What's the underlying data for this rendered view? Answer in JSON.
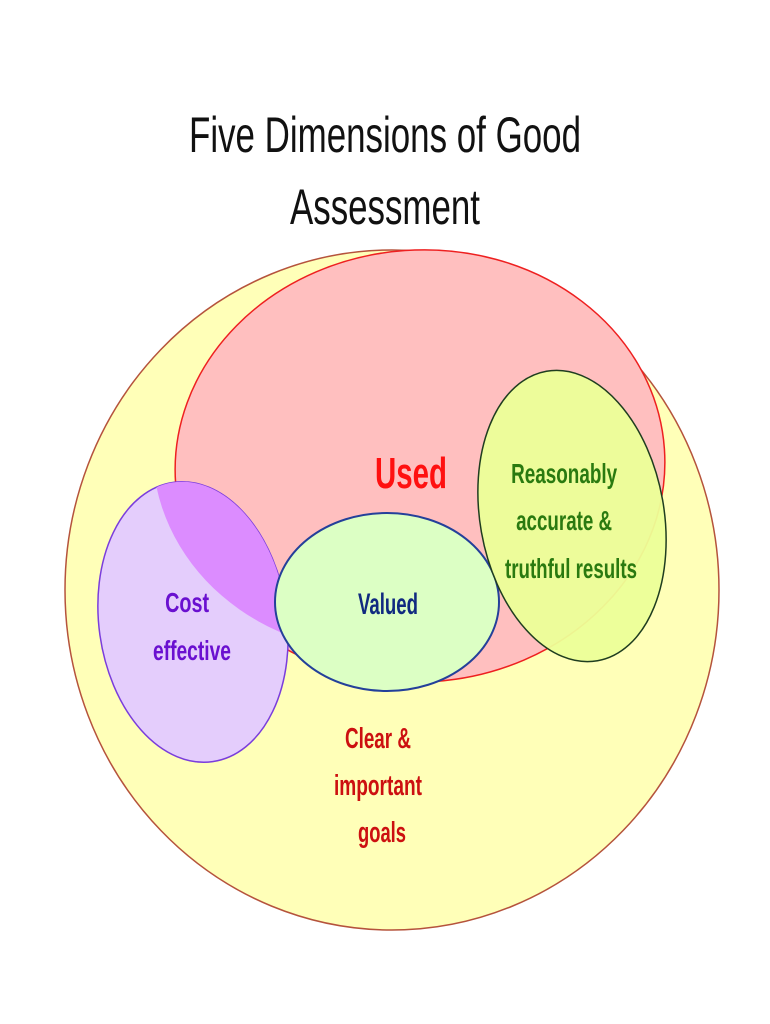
{
  "title": {
    "line1": "Five Dimensions of Good",
    "line2": "Assessment"
  },
  "dimensions": {
    "outer": {
      "lines": [
        "Clear &",
        "important",
        "goals"
      ],
      "fill": "#ffffb8",
      "stroke": "#b5533c",
      "text_color": "#cc1010"
    },
    "used": {
      "lines": [
        "Used"
      ],
      "fill": "#ffbfbf",
      "stroke": "#ee2020",
      "text_color": "#ff1010"
    },
    "cost": {
      "lines": [
        "Cost",
        "effective"
      ],
      "fill": "#e4cdfc",
      "overlap_fill": "#dc8cff",
      "stroke": "#7a3ddc",
      "text_color": "#6a10d0"
    },
    "valued": {
      "lines": [
        "Valued"
      ],
      "fill": "#dcffc4",
      "stroke": "#24409a",
      "text_color": "#102a80"
    },
    "accurate": {
      "lines": [
        "Reasonably",
        "accurate &",
        "truthful results"
      ],
      "fill": "#ecff98",
      "stroke": "#1f3d1f",
      "text_color": "#2a7a10"
    }
  }
}
